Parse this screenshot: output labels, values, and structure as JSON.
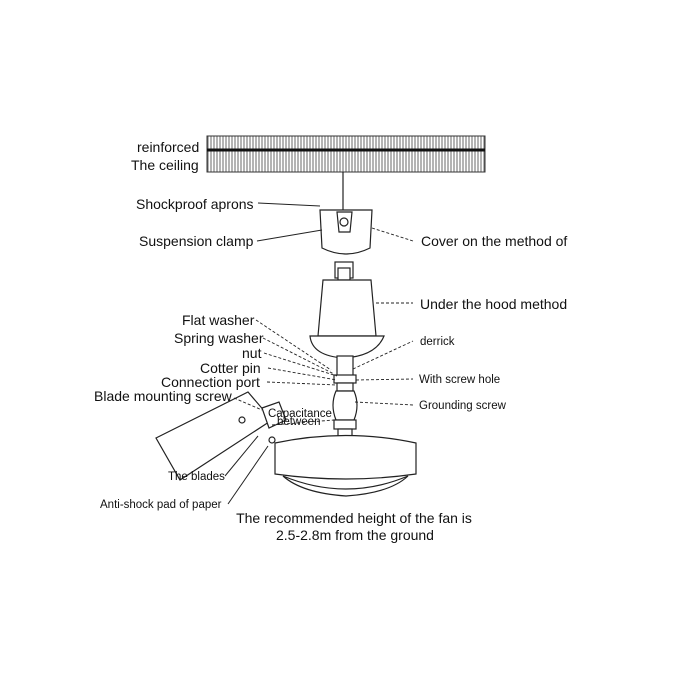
{
  "diagram": {
    "labels": {
      "reinforced": "reinforced",
      "ceiling": "The ceiling",
      "shockproof": "Shockproof aprons",
      "suspension": "Suspension clamp",
      "cover": "Cover on the method of",
      "hood": "Under the hood method",
      "flat_washer": "Flat washer",
      "spring_washer": "Spring washer",
      "nut": "nut",
      "derrick": "derrick",
      "cotter_pin": "Cotter pin",
      "connection_port": "Connection port",
      "screw_hole": "With screw hole",
      "blade_screw": "Blade mounting screw",
      "grounding": "Grounding screw",
      "capacitance": "Capacitance",
      "between": "between",
      "blades": "The blades",
      "anti_shock": "Anti-shock pad of paper"
    },
    "note": {
      "line1": "The recommended height of the fan is",
      "line2": "2.5-2.8m from the ground"
    }
  }
}
